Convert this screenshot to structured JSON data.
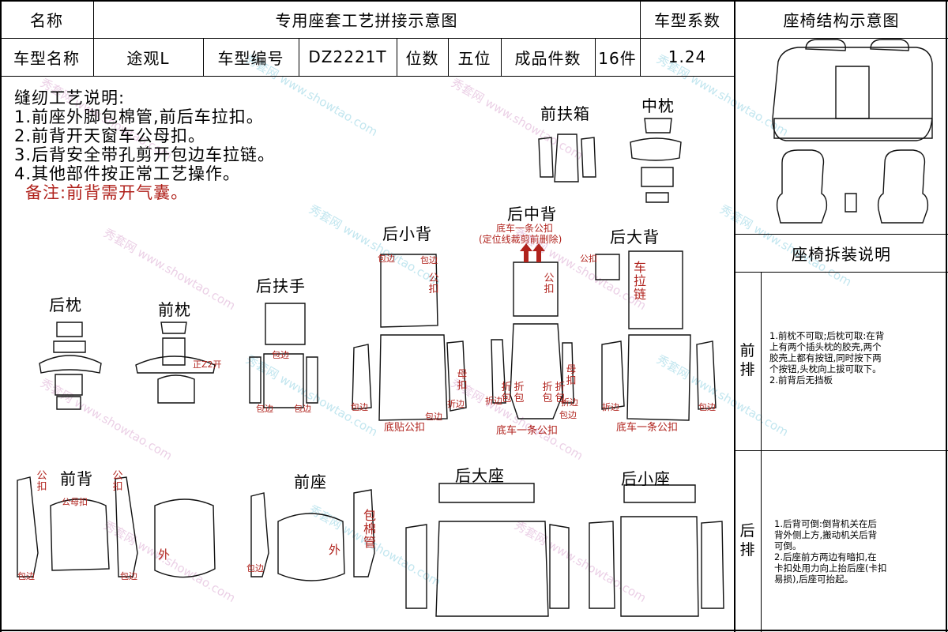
{
  "header": {
    "name_label": "名称",
    "doc_title": "专用座套工艺拼接示意图",
    "coef_label": "车型系数",
    "seat_struct_title": "座椅结构示意图",
    "model_name_label": "车型名称",
    "model_name": "途观L",
    "model_code_label": "车型编号",
    "model_code": "DZ2221T",
    "seats_label": "位数",
    "seats_value": "五位",
    "pieces_label": "成品件数",
    "pieces_value": "16件",
    "coef_value": "1.24"
  },
  "notes": {
    "title": "缝纫工艺说明:",
    "items": [
      "1.前座外脚包棉管,前后车拉扣。",
      "2.前背开天窗车公母扣。",
      "3.后背安全带孔剪开包边车拉链。",
      "4.其他部件按正常工艺操作。"
    ],
    "remark": "备注:前背需开气囊。"
  },
  "parts": {
    "front_armrest_box": "前扶箱",
    "middle_pillow": "中枕",
    "rear_middle_back": "后中背",
    "rear_middle_note_1": "底车一条公扣",
    "rear_middle_note_2": "(定位线裁剪前删除)",
    "rear_small_back": "后小背",
    "rear_big_back": "后大背",
    "rear_pillow": "后枕",
    "front_pillow": "前枕",
    "rear_armrest": "后扶手",
    "front_back": "前背",
    "front_seat": "前座",
    "rear_big_seat": "后大座",
    "rear_small_seat": "后小座"
  },
  "annotations": {
    "baobian": "包边",
    "gongkou": "公扣",
    "gong_kou_v": "公扣",
    "gongmukou": "公母扣",
    "zhengzuo_kai": "正Z2开",
    "mukou_v": "母扣",
    "zhebian": "折边",
    "zhebao_v": "折包",
    "bian_v": "边",
    "dutie_gongkou": "底贴公扣",
    "diche_gongkou": "底车一条公扣",
    "che_la_lian": "车拉链",
    "gong_gou_kou": "公母扣",
    "wai": "外",
    "bao_mian_guan": "包棉管",
    "gongkou_v": "公扣"
  },
  "disassembly": {
    "title": "座椅拆装说明",
    "front_row_label": "前排",
    "front_row_lines": [
      "1.前枕不可取;后枕可取:在背",
      "上有两个插头枕的胶壳,两个",
      "胶壳上都有按钮,同时按下两",
      "个按钮,头枕向上拔可取下。",
      "2.前背后无挡板"
    ],
    "rear_row_label": "后排",
    "rear_row_lines": [
      "1.后背可倒:倒背机关在后",
      "背外侧上方,搬动机关后背",
      "可倒。",
      "2.后座前方两边有暗扣,在",
      "卡扣处用力向上抬后座(卡扣",
      "易损),后座可抬起。"
    ]
  },
  "watermark": {
    "site": "www.showtao.com",
    "brand": "秀套网"
  },
  "colors": {
    "annotation_red": "#b0221c",
    "watermark_pink": "#d296c8",
    "watermark_cyan": "#78c8dc"
  }
}
